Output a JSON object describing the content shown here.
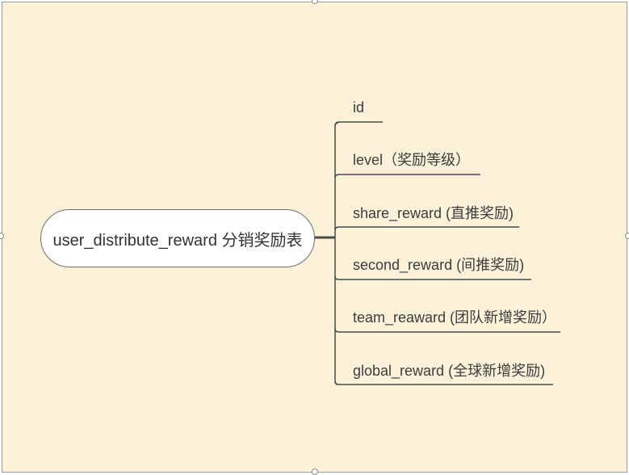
{
  "root": {
    "label": "user_distribute_reward 分销奖励表"
  },
  "children": [
    {
      "label": "id"
    },
    {
      "label": "level（奖励等级）"
    },
    {
      "label": "share_reward (直推奖励)"
    },
    {
      "label": "second_reward (间推奖励)"
    },
    {
      "label": "team_reaward (团队新增奖励）"
    },
    {
      "label": "global_reward (全球新增奖励)"
    }
  ],
  "colors": {
    "background": "#fbf2d9",
    "node_border": "#6d6d6d",
    "line": "#4a4a4a",
    "text": "#3c3c3c"
  }
}
